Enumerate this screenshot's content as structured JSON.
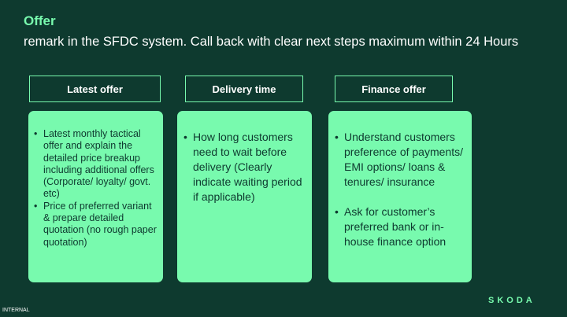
{
  "slide": {
    "title": "Offer",
    "subtitle": "remark in the SFDC system. Call back with clear next steps maximum within 24 Hours"
  },
  "columns": [
    {
      "header": "Latest offer",
      "bullets": [
        "Latest monthly tactical offer and explain the detailed price breakup including additional offers (Corporate/ loyalty/ govt. etc)",
        "Price of preferred variant & prepare detailed quotation (no rough paper quotation)"
      ]
    },
    {
      "header": "Delivery time",
      "bullets": [
        "How long customers need to wait before delivery (Clearly indicate waiting period if applicable)"
      ]
    },
    {
      "header": "Finance offer",
      "bullets": [
        "Understand customers preference of payments/ EMI options/ loans & tenures/ insurance",
        "Ask for customer’s preferred bank or in-house finance option"
      ]
    }
  ],
  "footer": {
    "classification": "INTERNAL",
    "logo_text": "SKODA"
  },
  "colors": {
    "background": "#0e3a2f",
    "accent": "#78faae",
    "text": "#ffffff"
  }
}
